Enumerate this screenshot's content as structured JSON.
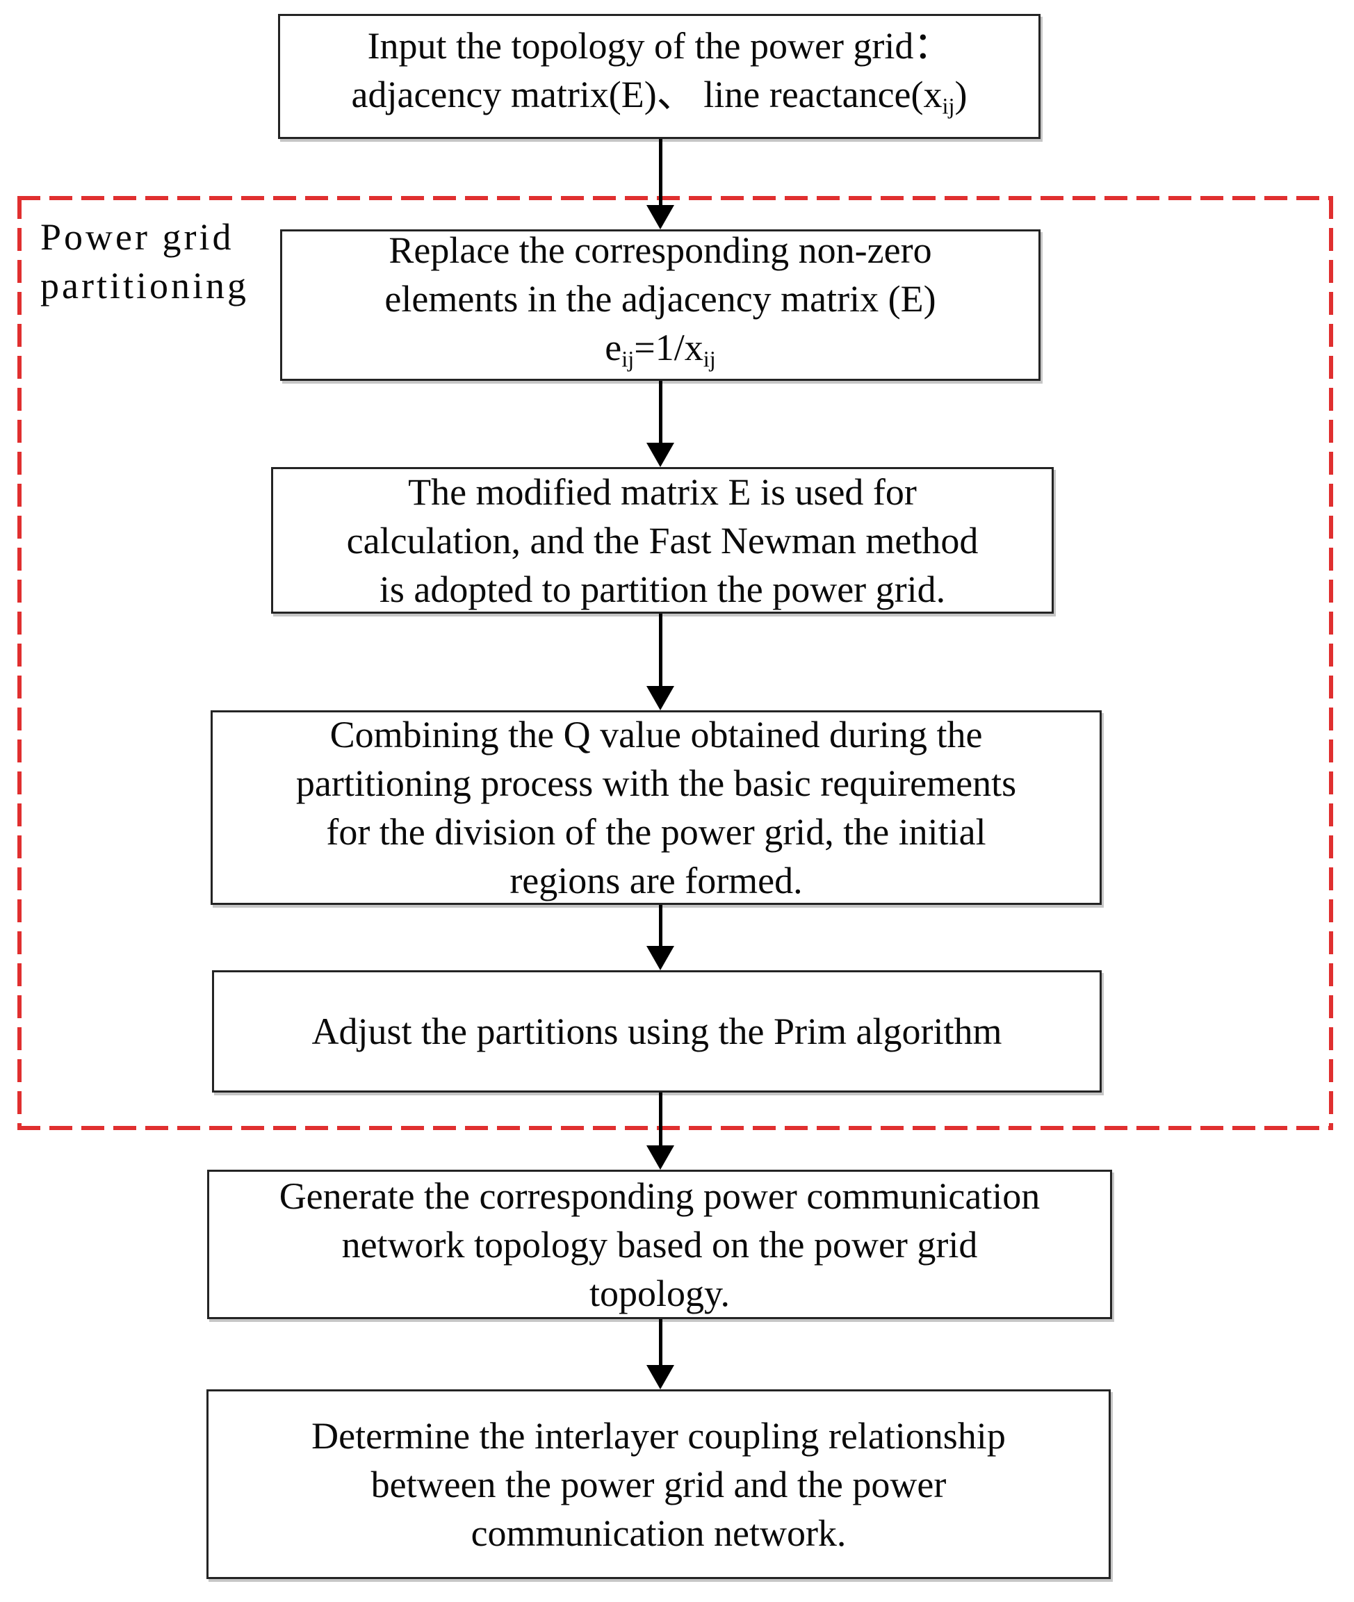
{
  "figure_type": "flowchart",
  "region_label": {
    "line1": "Power grid",
    "line2": "partitioning"
  },
  "boxes": {
    "input": {
      "line1": "Input the topology of the power grid：",
      "line2_pre": "adjacency matrix(E)、 line reactance(x",
      "line2_sub": "ij",
      "line2_post": ")"
    },
    "replace": {
      "line1": "Replace the corresponding non-zero",
      "line2": "elements in the adjacency matrix (E)",
      "formula": {
        "base1": "e",
        "sub1": "ij",
        "mid": "=1/x",
        "sub2": "ij"
      }
    },
    "newman": {
      "line1": "The modified matrix E is used for",
      "line2": "calculation, and the Fast Newman method",
      "line3": "is adopted to partition the power grid."
    },
    "combine": {
      "line1": "Combining the Q value obtained during the",
      "line2": "partitioning process with the basic requirements",
      "line3": "for the division of the power grid, the initial",
      "line4": "regions are formed."
    },
    "prim": {
      "line1": "Adjust the partitions using the Prim algorithm"
    },
    "generate": {
      "line1": "Generate the corresponding power communication",
      "line2": "network topology based on the power grid",
      "line3": "topology."
    },
    "determine": {
      "line1": "Determine the interlayer coupling relationship",
      "line2": "between the power grid and the power",
      "line3": "communication network."
    }
  },
  "colors": {
    "background": "#ffffff",
    "text": "#0a0a0a",
    "box_border": "#242424",
    "arrow": "#000000",
    "dashed_region_border": "#e02f2f"
  }
}
